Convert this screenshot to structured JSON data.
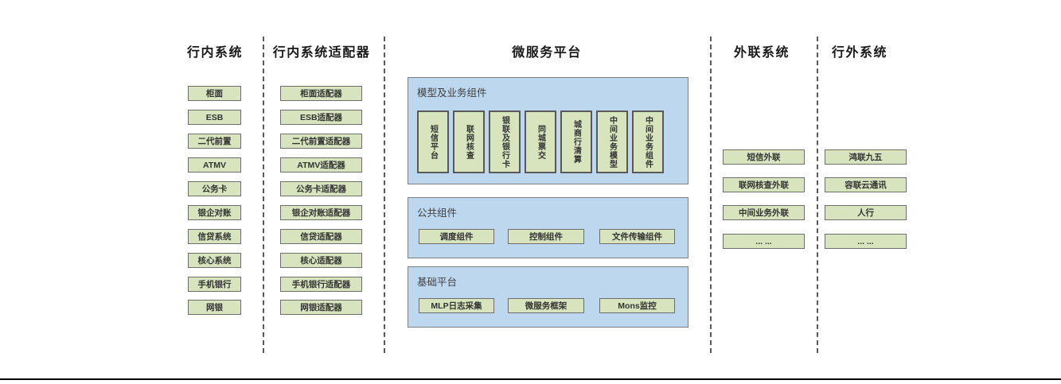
{
  "columns": {
    "internal": {
      "title": "行内系统",
      "items": [
        "柜面",
        "ESB",
        "二代前置",
        "ATMV",
        "公务卡",
        "银企对账",
        "信贷系统",
        "核心系统",
        "手机银行",
        "网银"
      ]
    },
    "adapters": {
      "title": "行内系统适配器",
      "items": [
        "柜面适配器",
        "ESB适配器",
        "二代前置适配器",
        "ATMV适配器",
        "公务卡适配器",
        "银企对账适配器",
        "信贷适配器",
        "核心适配器",
        "手机银行适配器",
        "网银适配器"
      ]
    },
    "platform": {
      "title": "微服务平台",
      "sections": [
        {
          "label": "模型及业务组件",
          "orientation": "vertical",
          "items": [
            "短信平台",
            "联网核查",
            "银联及银行卡",
            "同城票交",
            "城商行清算",
            "中间业务模型",
            "中间业务组件"
          ]
        },
        {
          "label": "公共组件",
          "orientation": "horizontal",
          "items": [
            "调度组件",
            "控制组件",
            "文件传输组件"
          ]
        },
        {
          "label": "基础平台",
          "orientation": "horizontal",
          "items": [
            "MLP日志采集",
            "微服务框架",
            "Mons监控"
          ]
        }
      ]
    },
    "outreach": {
      "title": "外联系统",
      "items": [
        "短信外联",
        "联网核查外联",
        "中间业务外联",
        "... ..."
      ]
    },
    "external": {
      "title": "行外系统",
      "items": [
        "鸿联九五",
        "容联云通讯",
        "人行",
        "... ..."
      ]
    }
  },
  "colors": {
    "box_fill": "#d7e4bd",
    "box_border": "#6e6e6e",
    "panel_fill": "#bdd7ee",
    "panel_border": "#7f7f7f",
    "divider": "#595959",
    "bottom_rule": "#000000"
  }
}
